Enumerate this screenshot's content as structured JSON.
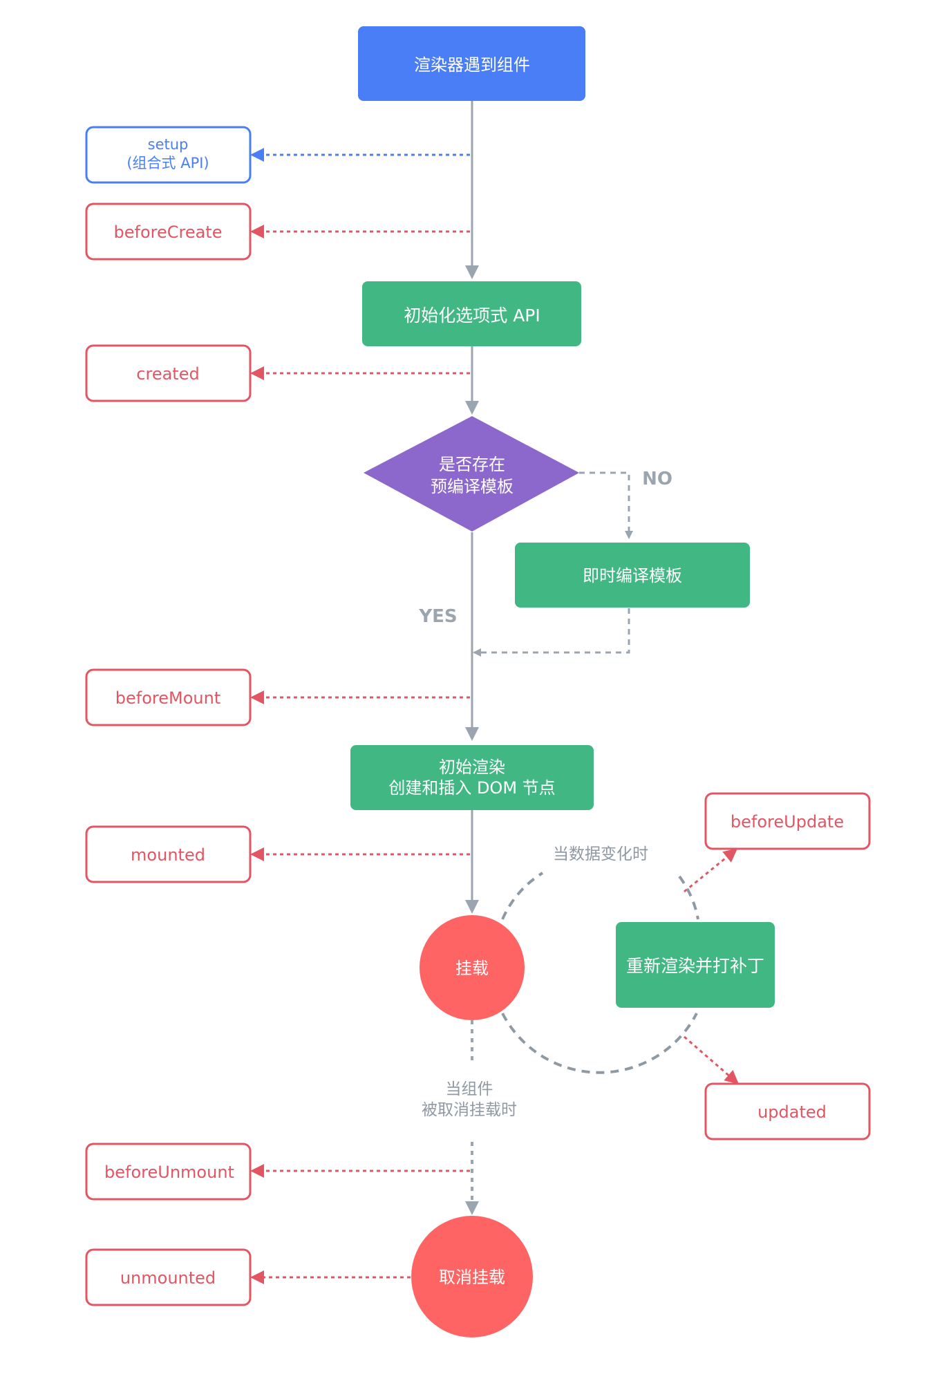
{
  "colors": {
    "blue": "#4a7ef6",
    "green": "#41b883",
    "purple": "#8c67cc",
    "red": "#ff6464",
    "hook_red": "#e25563",
    "gray_line": "#9aa5af"
  },
  "nodes": {
    "renderer": "渲染器遇到组件",
    "init_options": "初始化选项式 API",
    "decision": [
      "是否存在",
      "预编译模板"
    ],
    "compile": "即时编译模板",
    "initial_render": [
      "初始渲染",
      "创建和插入 DOM 节点"
    ],
    "rerender": "重新渲染并打补丁",
    "mounted_state": "挂载",
    "unmounted_state": "取消挂载"
  },
  "hooks": {
    "setup": [
      "setup",
      "(组合式 API)"
    ],
    "beforeCreate": "beforeCreate",
    "created": "created",
    "beforeMount": "beforeMount",
    "mounted": "mounted",
    "beforeUpdate": "beforeUpdate",
    "updated": "updated",
    "beforeUnmount": "beforeUnmount",
    "unmounted": "unmounted"
  },
  "labels": {
    "no": "NO",
    "yes": "YES",
    "data_change": "当数据变化时",
    "unmount_when": [
      "当组件",
      "被取消挂载时"
    ]
  }
}
